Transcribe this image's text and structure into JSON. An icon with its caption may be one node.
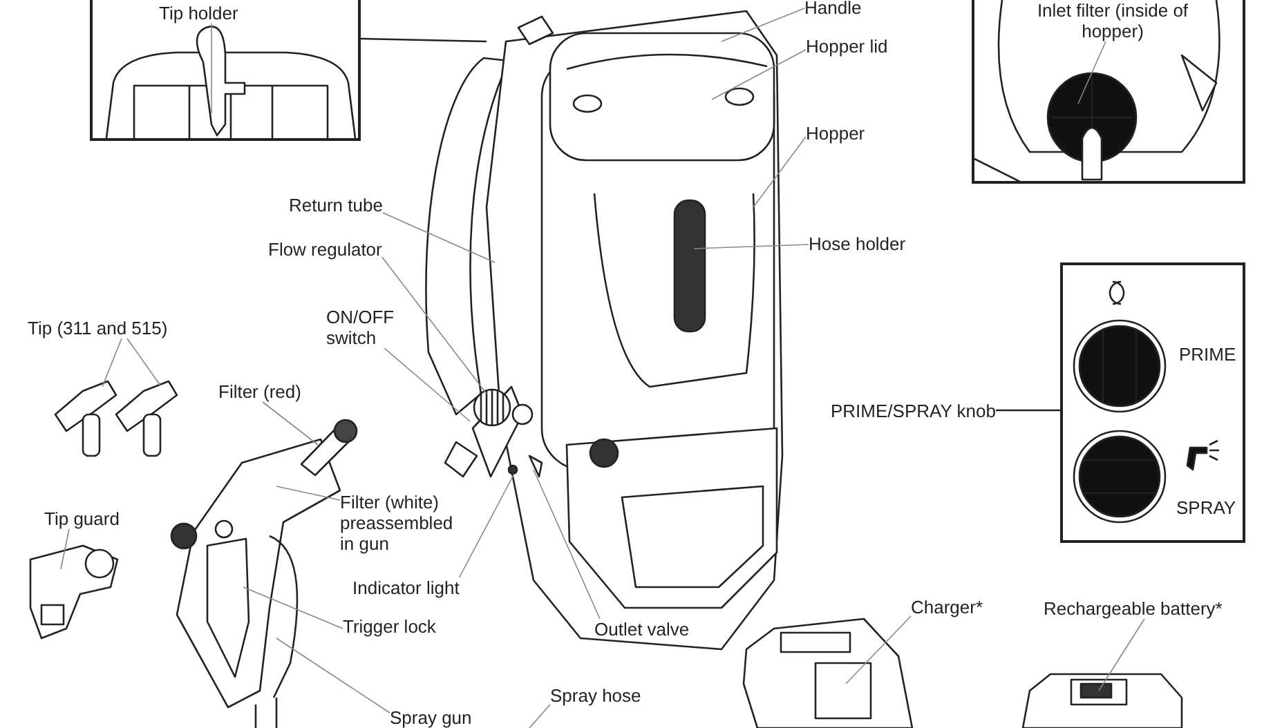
{
  "diagram": {
    "nodes": [
      {
        "text": [],
        "shape": "picture"
      },
      {
        "text": [
          "Tip holder"
        ],
        "in": 0
      },
      {
        "text": [
          "Handle"
        ]
      },
      {
        "text": [
          "Hopper lid"
        ]
      },
      {
        "text": [
          "Hopper"
        ]
      },
      {
        "text": [],
        "shape": "picture"
      },
      {
        "text": [
          "Inlet filter (inside of hopper)"
        ],
        "in": 5
      },
      {
        "text": [
          "Return tube"
        ]
      },
      {
        "text": [
          "Flow regulator"
        ]
      },
      {
        "text": [
          "Hose holder"
        ]
      },
      {
        "text": [
          "Tip (311 and 515)"
        ]
      },
      {
        "text": [
          "ON/OFF switch"
        ]
      },
      {
        "text": [
          "Filter (red)"
        ]
      },
      {
        "text": [
          "PRIME/SPRAY knob"
        ]
      },
      {
        "text": [
          "PRIME",
          "SPRAY"
        ]
      },
      {
        "text": [
          "Tip guard"
        ]
      },
      {
        "text": [
          "Filter (white) preassembled in gun"
        ]
      },
      {
        "text": [
          "Indicator light"
        ]
      },
      {
        "text": [
          "Trigger lock"
        ]
      },
      {
        "text": [
          "Outlet valve"
        ]
      },
      {
        "text": [
          "Charger*"
        ]
      },
      {
        "text": [
          "Rechargeable battery*"
        ]
      },
      {
        "text": [
          "Spray hose"
        ]
      },
      {
        "text": [
          "Spray gun"
        ]
      }
    ],
    "edges": [
      {
        "from": 0,
        "to": null,
        "arrow": "none",
        "color": "#222222"
      },
      {
        "from": 1,
        "to": null,
        "arrow": "none"
      },
      {
        "from": 2,
        "to": null,
        "arrow": "none"
      },
      {
        "from": 3,
        "to": null,
        "arrow": "none"
      },
      {
        "from": 4,
        "to": null,
        "arrow": "none"
      },
      {
        "from": 6,
        "to": null,
        "arrow": "none"
      },
      {
        "from": 7,
        "to": null,
        "arrow": "none"
      },
      {
        "from": 8,
        "to": null,
        "arrow": "none"
      },
      {
        "from": 9,
        "to": null,
        "arrow": "none"
      },
      {
        "from": 10,
        "to": null,
        "arrow": "none"
      },
      {
        "from": 10,
        "to": null,
        "arrow": "none"
      },
      {
        "from": 11,
        "to": null,
        "arrow": "none"
      },
      {
        "from": 12,
        "to": null,
        "arrow": "none"
      },
      {
        "from": 13,
        "to": 14,
        "arrow": "none",
        "color": "#222222"
      },
      {
        "from": 15,
        "to": null,
        "arrow": "none"
      },
      {
        "from": 16,
        "to": null,
        "arrow": "none"
      },
      {
        "from": 17,
        "to": null,
        "arrow": "none"
      },
      {
        "from": 18,
        "to": null,
        "arrow": "none"
      },
      {
        "from": 19,
        "to": null,
        "arrow": "none"
      },
      {
        "from": 20,
        "to": null,
        "arrow": "none"
      },
      {
        "from": 21,
        "to": null,
        "arrow": "none"
      },
      {
        "from": 22,
        "to": null,
        "arrow": "none"
      },
      {
        "from": 23,
        "to": null,
        "arrow": "none"
      }
    ]
  }
}
